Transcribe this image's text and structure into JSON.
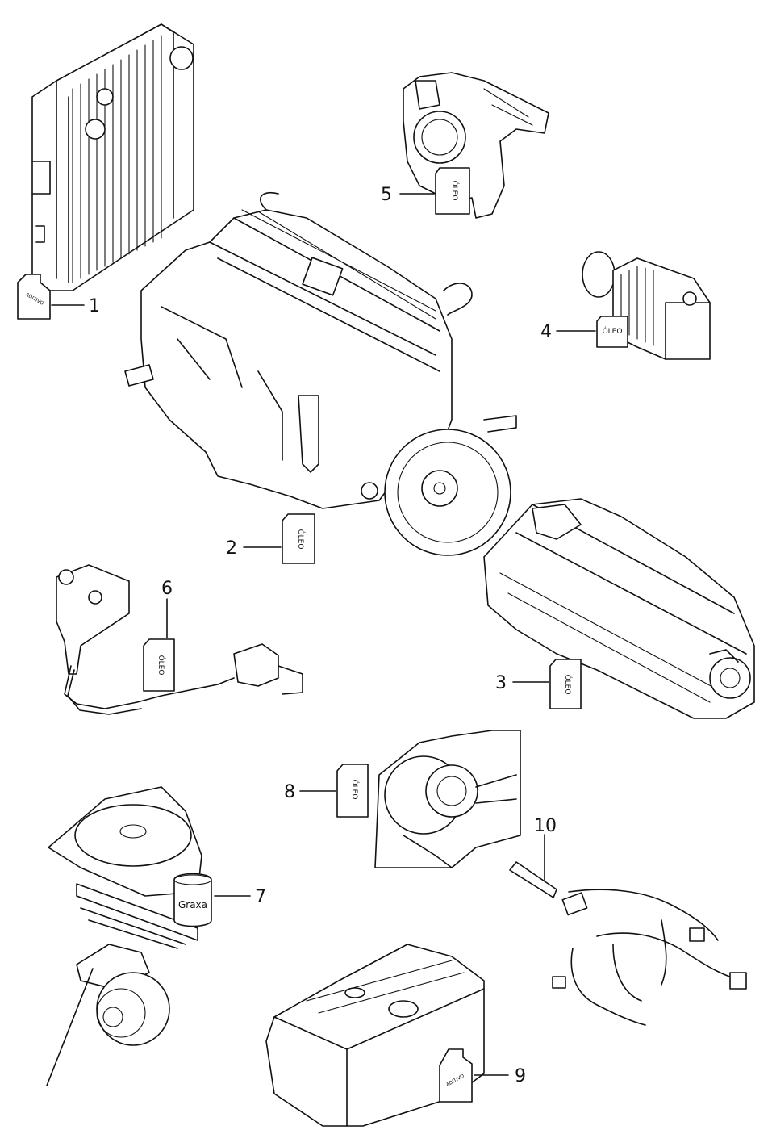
{
  "parts": [
    {
      "id": "radiator",
      "callout": "1",
      "container": "bottle",
      "container_label": "ADITIVO"
    },
    {
      "id": "engine",
      "callout": "2",
      "container": "can",
      "container_label": "ÓLEO"
    },
    {
      "id": "gearbox",
      "callout": "3",
      "container": "can",
      "container_label": "ÓLEO"
    },
    {
      "id": "hydraulic-tank",
      "callout": "4",
      "container": "can",
      "container_label": "ÓLEO"
    },
    {
      "id": "steering-box",
      "callout": "5",
      "container": "can",
      "container_label": "ÓLEO"
    },
    {
      "id": "clutch-actuator",
      "callout": "6",
      "container": "can",
      "container_label": "ÓLEO"
    },
    {
      "id": "fifth-wheel-hub",
      "callout": "7",
      "container": "tin",
      "container_label": "Graxa"
    },
    {
      "id": "rear-axle",
      "callout": "8",
      "container": "can",
      "container_label": "ÓLEO"
    },
    {
      "id": "fuel-tank",
      "callout": "9",
      "container": "bottle",
      "container_label": "ADITIVO"
    },
    {
      "id": "wiring-harness",
      "callout": "10",
      "container": "tube",
      "container_label": ""
    }
  ]
}
